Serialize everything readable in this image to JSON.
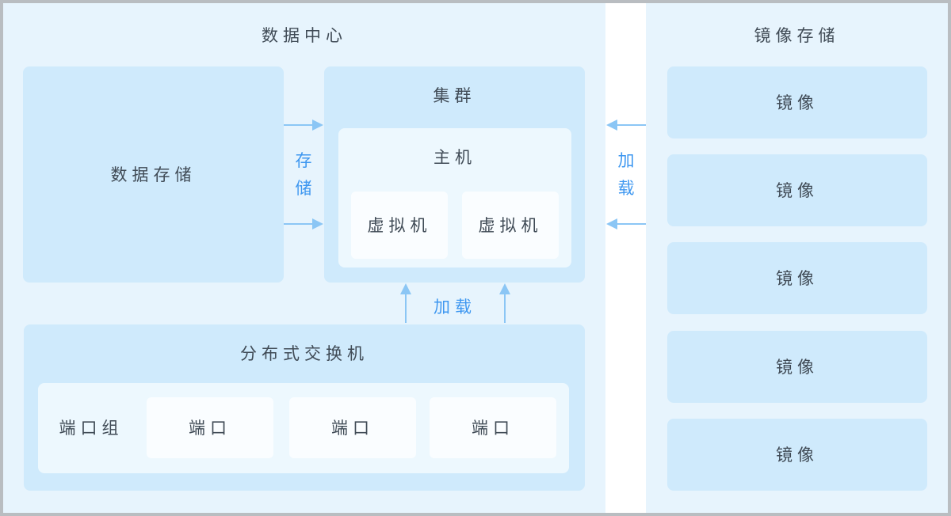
{
  "colors": {
    "border": "#b9bdc1",
    "background": "#ffffff",
    "panel": "#e7f4fd",
    "box": "#cfeafc",
    "container": "#edf8fe",
    "card": "#fafdff",
    "arrow": "#8bc6f5",
    "accent_text": "#3e97f0",
    "text": "#404b56"
  },
  "datacenter": {
    "title": "数据中心",
    "data_storage_label": "数据存储",
    "cluster": {
      "label": "集群",
      "host": {
        "label": "主机",
        "vms": [
          "虚拟机",
          "虚拟机"
        ]
      }
    },
    "switch": {
      "label": "分布式交换机",
      "port_group_label": "端口组",
      "ports": [
        "端口",
        "端口",
        "端口"
      ]
    }
  },
  "connections": {
    "storage_label": "存储",
    "load_label_bottom": "加载",
    "load_label_right": "加载"
  },
  "image_storage": {
    "title": "镜像存储",
    "images": [
      "镜像",
      "镜像",
      "镜像",
      "镜像",
      "镜像"
    ]
  }
}
